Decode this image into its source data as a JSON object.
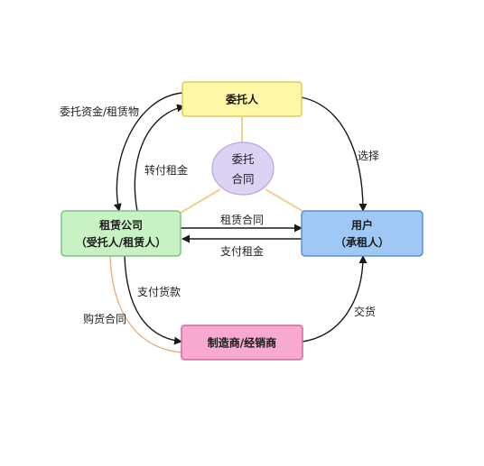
{
  "nodes": {
    "principal": {
      "label": "委托人",
      "fill": "#fdf7a6",
      "stroke": "#e4c85a"
    },
    "leasing_company": {
      "label_line1": "租赁公司",
      "label_line2": "（受托人/租赁人）",
      "fill": "#c9f2c4",
      "stroke": "#7fbf7f"
    },
    "user": {
      "label_line1": "用户",
      "label_line2": "（承租人）",
      "fill": "#9fc8f5",
      "stroke": "#5b8fcf"
    },
    "manufacturer": {
      "label": "制造商/经销商",
      "fill": "#f7a9cf",
      "stroke": "#d06c9e"
    },
    "contract": {
      "label_line1": "委托",
      "label_line2": "合同",
      "fill": "#dcd2f4",
      "stroke": "#b7a6e0"
    }
  },
  "edges": {
    "funds_goods": "委托资金/租赁物",
    "transfer_rent": "转付租金",
    "select": "选择",
    "lease_contract": "租赁合同",
    "pay_rent": "支付租金",
    "pay_goods": "支付货款",
    "purchase_contract": "购货合同",
    "deliver": "交货"
  },
  "colors": {
    "arrow": "#1a1a1a",
    "contract_line": "#f0cf8a",
    "purchase_line": "#e8b080"
  }
}
